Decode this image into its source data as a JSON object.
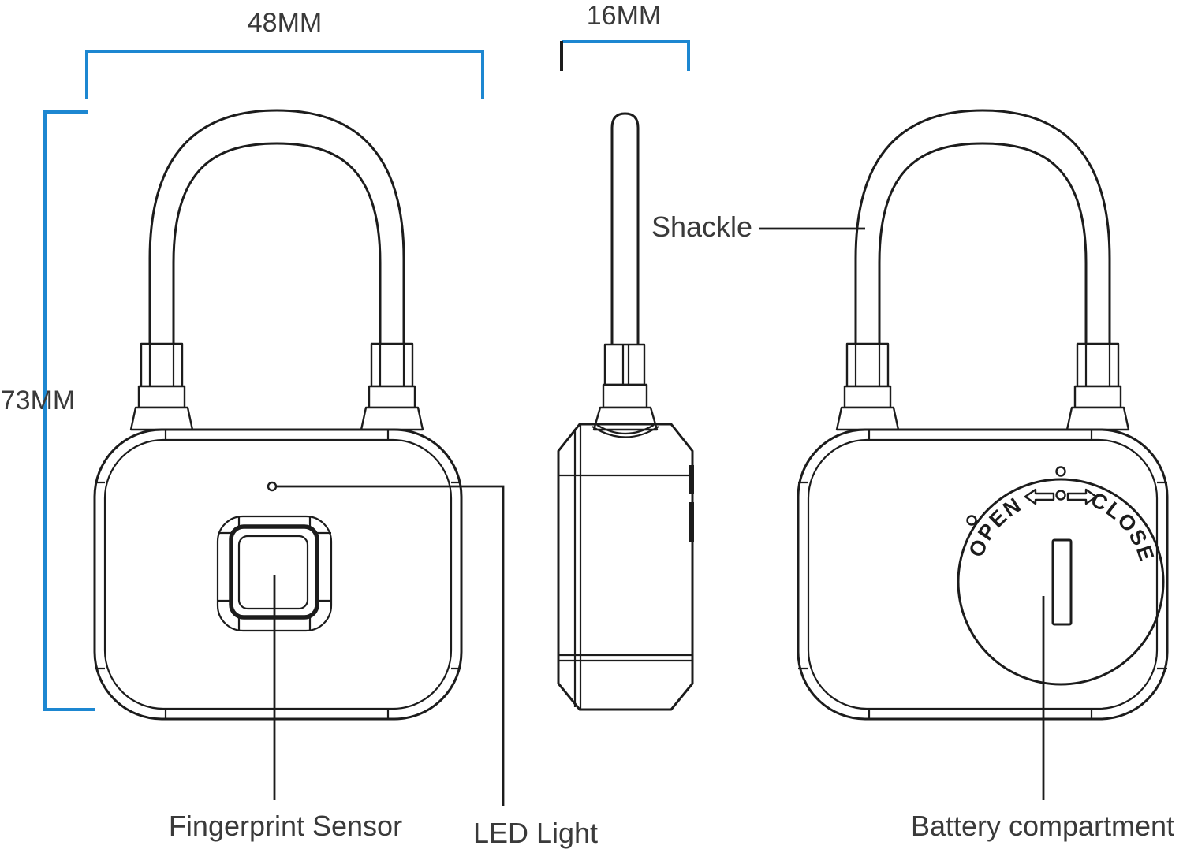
{
  "labels": {
    "dim_width": "48MM",
    "dim_depth": "16MM",
    "dim_height": "73MM",
    "shackle": "Shackle",
    "fingerprint_sensor": "Fingerprint Sensor",
    "led_light": "LED Light",
    "battery_compartment": "Battery compartment",
    "dial_open": "OPEN",
    "dial_close": "CLOSE"
  },
  "icons": {
    "open_direction_arrow": "left-block-arrow",
    "close_direction_arrow": "right-block-arrow"
  },
  "colors": {
    "dimension_line": "#1d87d1",
    "drawing_line": "#1c1c1c",
    "label_text": "#3a3a3a",
    "background": "#ffffff"
  }
}
